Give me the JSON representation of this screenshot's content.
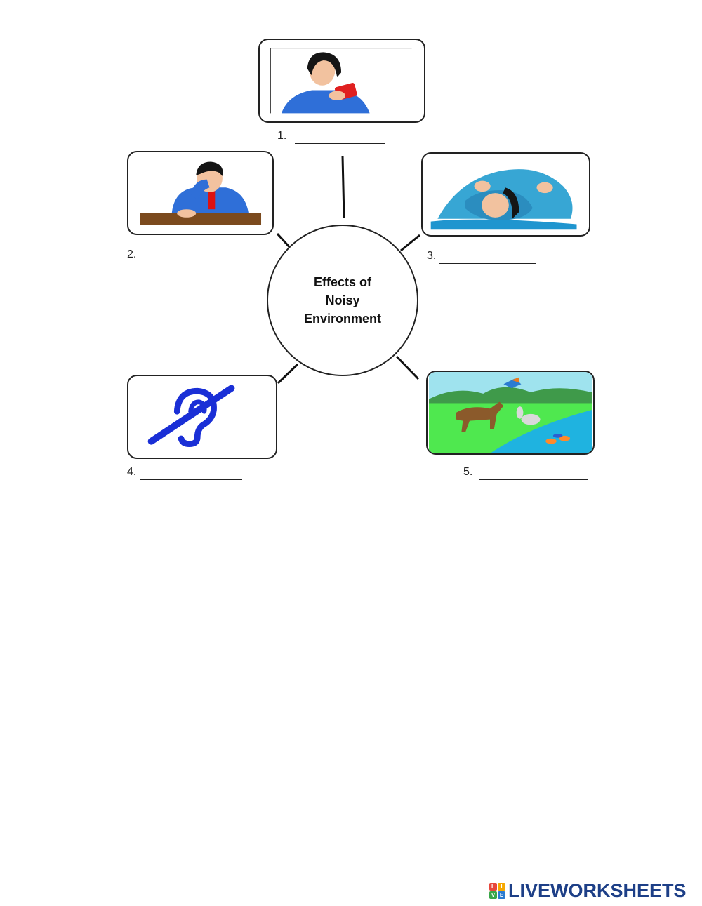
{
  "center": {
    "line1": "Effects of",
    "line2": "Noisy",
    "line3": "Environment"
  },
  "items": [
    {
      "number": "1.",
      "picture": "person-looking-at-phone-icon",
      "answer": ""
    },
    {
      "number": "2.",
      "picture": "person-covering-face-icon",
      "answer": ""
    },
    {
      "number": "3.",
      "picture": "person-sleepless-pillow-icon",
      "answer": ""
    },
    {
      "number": "4.",
      "picture": "hearing-loss-icon",
      "answer": ""
    },
    {
      "number": "5.",
      "picture": "animals-disturbed-icon",
      "answer": ""
    }
  ],
  "brand": {
    "name": "LIVEWORKSHEETS",
    "grid_letters": [
      "L",
      "I",
      "V",
      "E"
    ],
    "grid_colors": [
      "#e7473c",
      "#f6a800",
      "#3aa648",
      "#2b7bd1"
    ],
    "text_color": "#1d3f87"
  }
}
